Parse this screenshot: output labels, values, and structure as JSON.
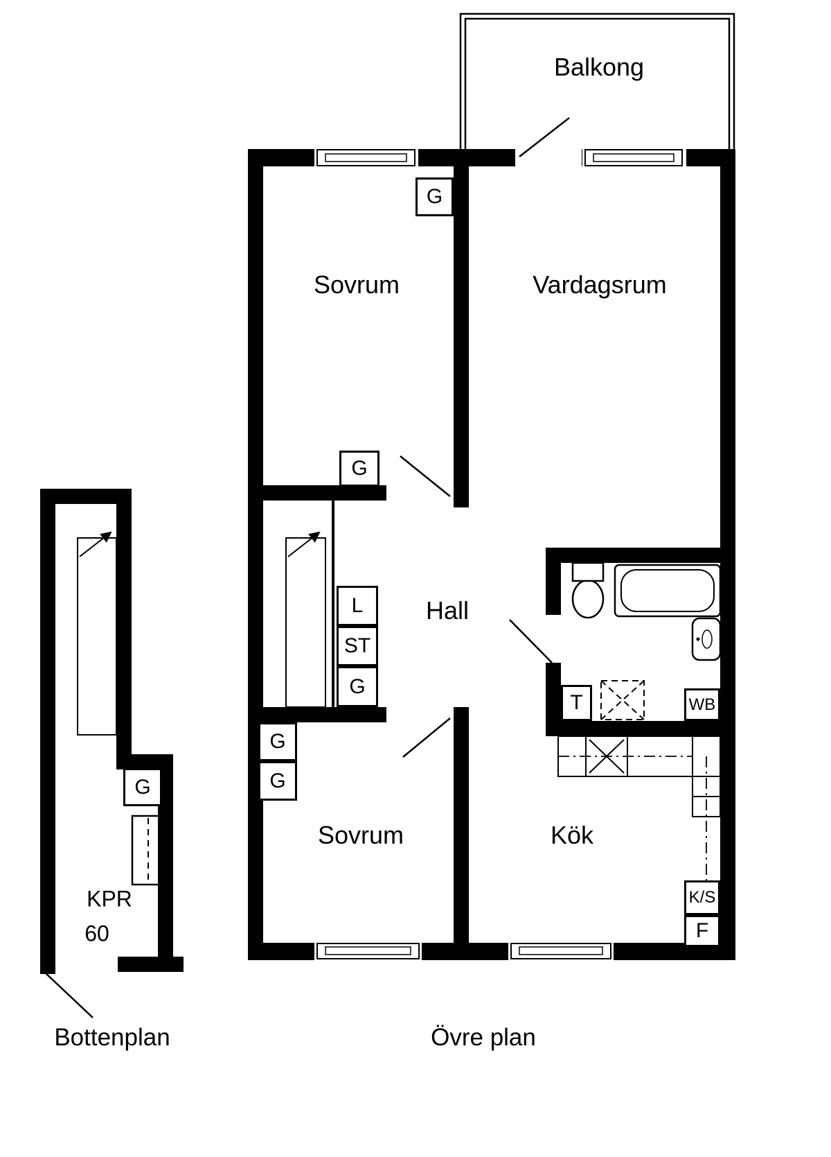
{
  "palette": {
    "ink": "#000000",
    "background": "#ffffff"
  },
  "bottenplan": {
    "title": "Bottenplan",
    "room_code": "KPR",
    "area": "60",
    "wardrobe": "G"
  },
  "ovre_plan": {
    "title": "Övre plan",
    "balcony": "Balkong",
    "bedroom_top": "Sovrum",
    "living_room": "Vardagsrum",
    "hall": "Hall",
    "bedroom_bottom": "Sovrum",
    "kitchen": "Kök",
    "wardrobe_top": "G",
    "wardrobe_hall": "G",
    "closet_l": "L",
    "closet_st": "ST",
    "closet_g": "G",
    "wardrobe_b1": "G",
    "wardrobe_b2": "G",
    "toilet": "T",
    "washbasin": "WB",
    "fridge_cool": "K/S",
    "freezer": "F"
  }
}
